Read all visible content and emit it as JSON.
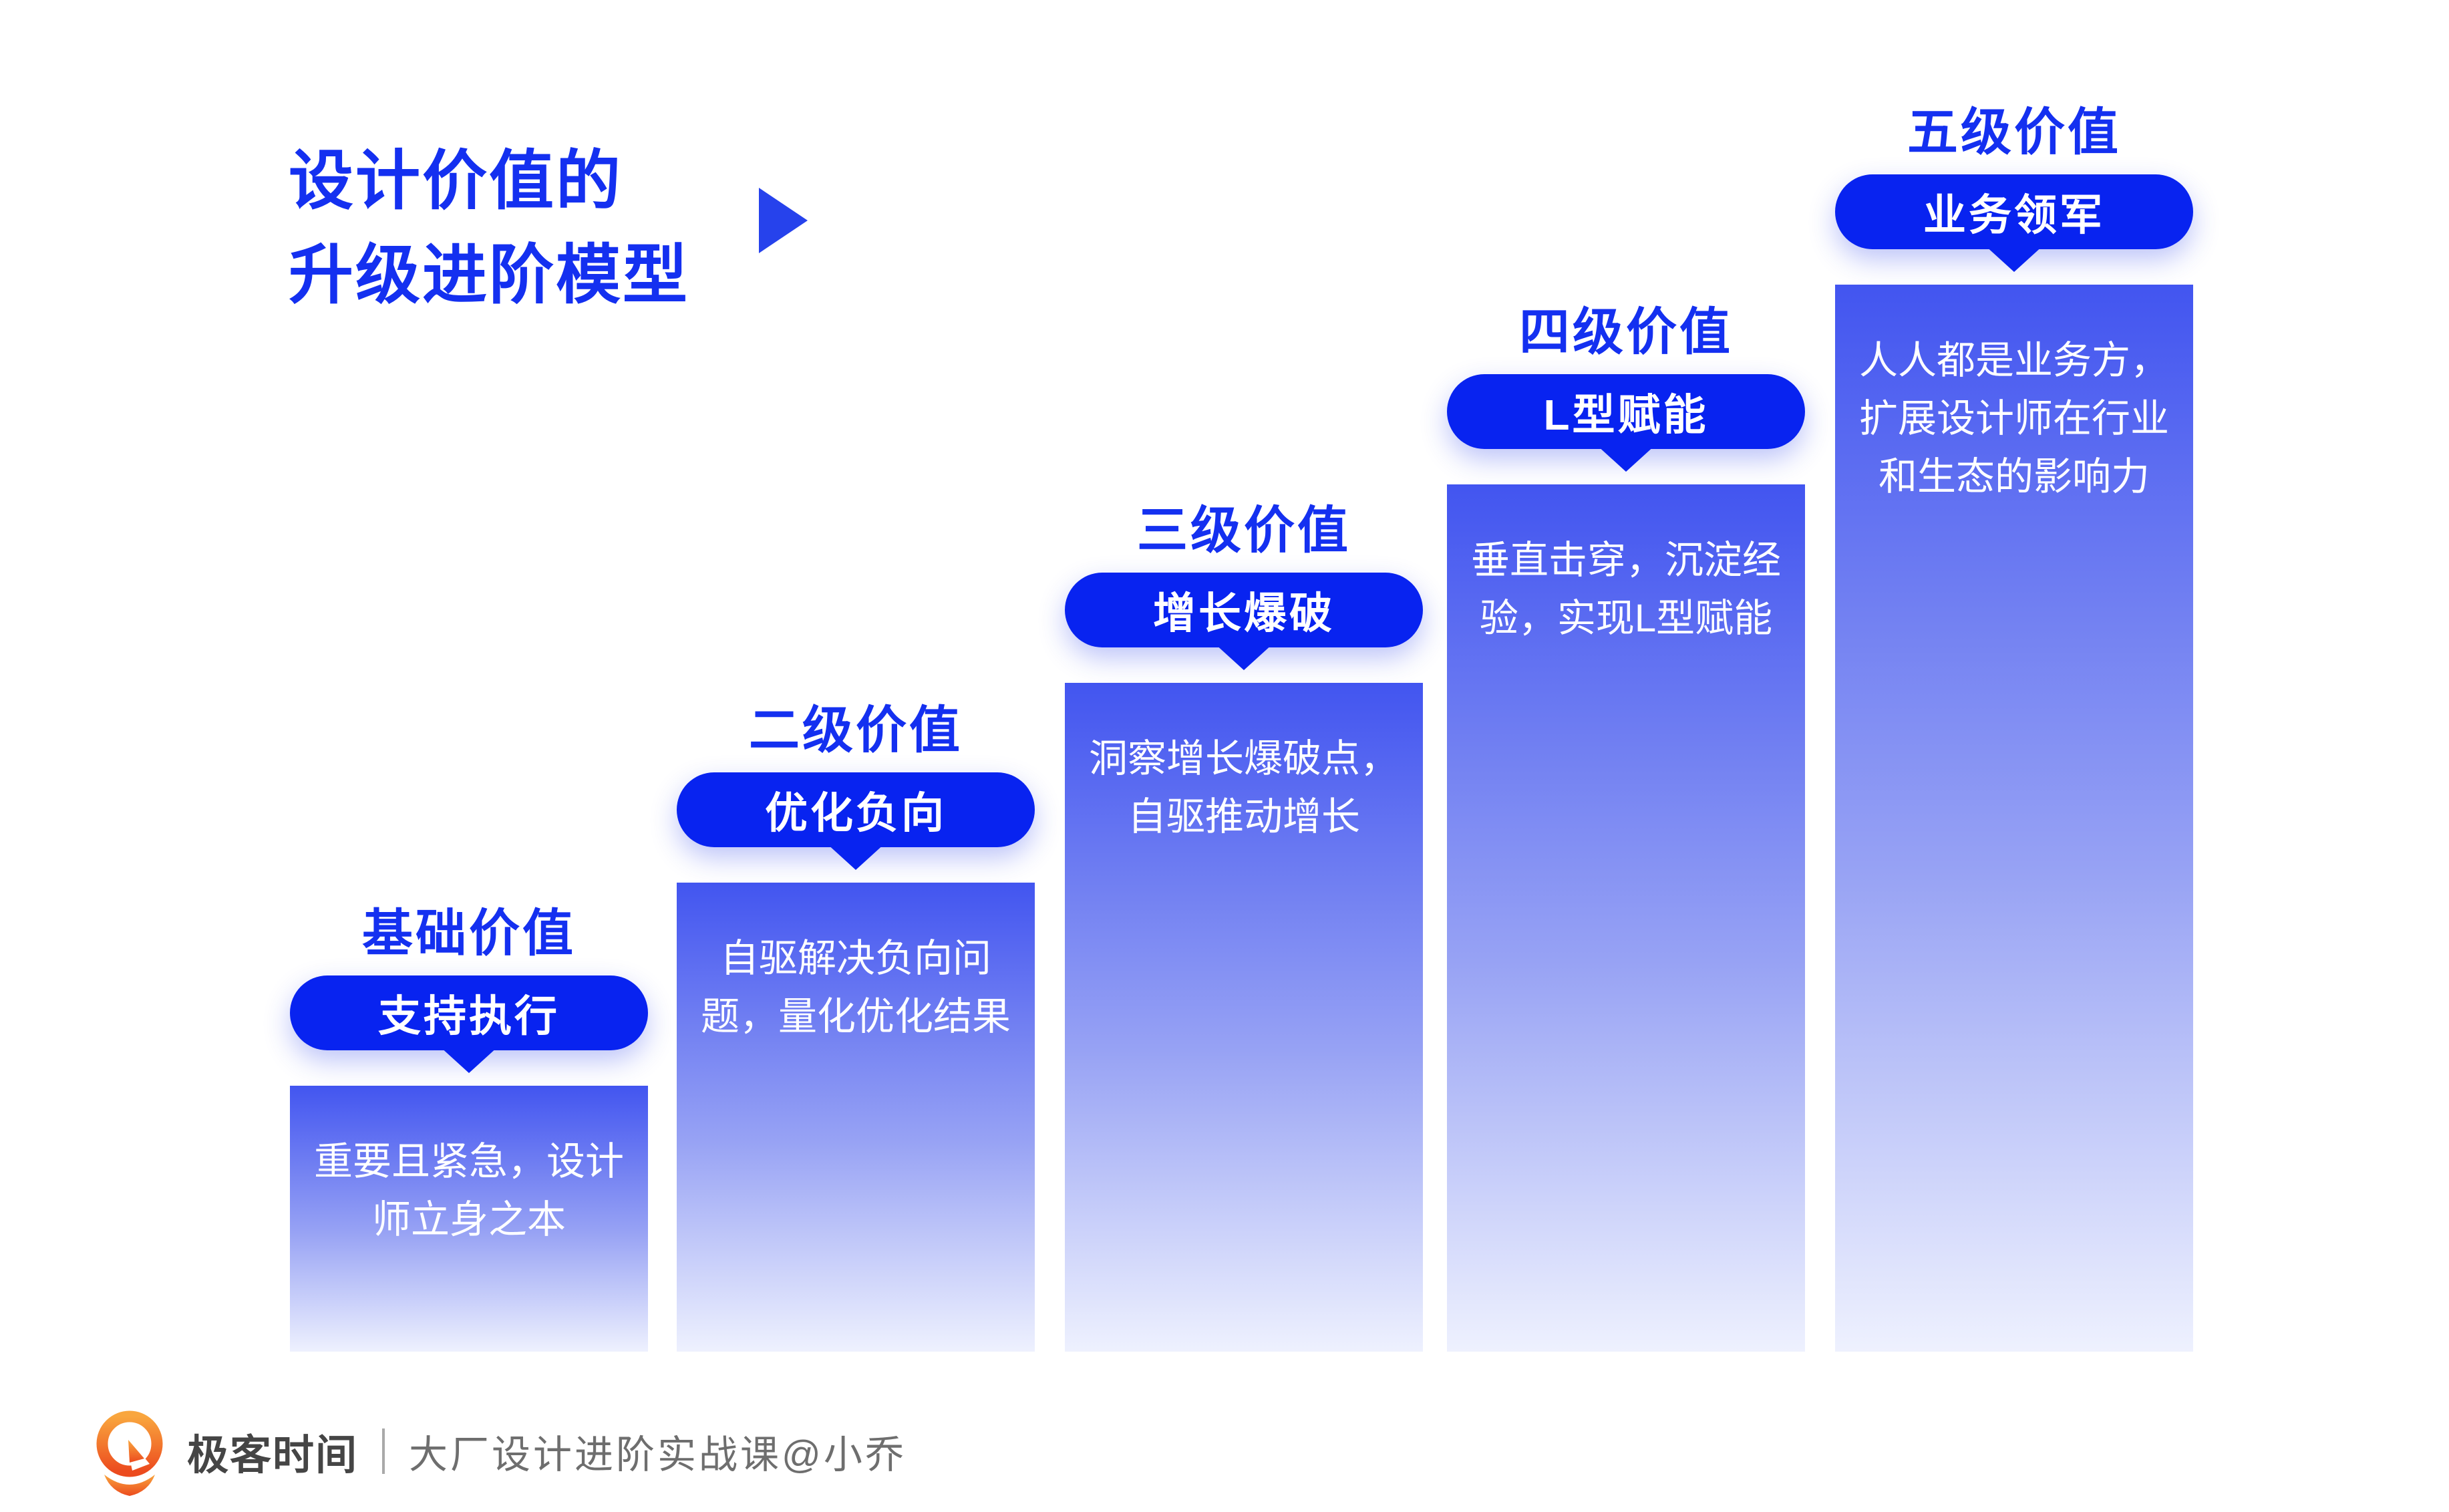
{
  "title": {
    "text": "设计价值的\n升级进阶模型"
  },
  "decoration": {
    "play_triangle": "right-pointing-triangle"
  },
  "levels": [
    {
      "label": "基础价值",
      "pill": "支持执行",
      "desc": "重要且紧急，设计\n师立身之本"
    },
    {
      "label": "二级价值",
      "pill": "优化负向",
      "desc": "自驱解决负向问\n题，量化优化结果"
    },
    {
      "label": "三级价值",
      "pill": "增长爆破",
      "desc": "洞察增长爆破点，\n自驱推动增长"
    },
    {
      "label": "四级价值",
      "pill": "L型赋能",
      "desc": "垂直击穿，沉淀经\n验，实现L型赋能"
    },
    {
      "label": "五级价值",
      "pill": "业务领军",
      "desc": "人人都是业务方，\n扩展设计师在行业\n和生态的影响力"
    }
  ],
  "footer": {
    "brand": "极客时间",
    "course": "大厂设计进阶实战课@小乔"
  },
  "colors": {
    "accent_text_blue": "#1430F0",
    "pill_blue": "#0823F0",
    "bar_gradient_top": "#4255F0",
    "bar_gradient_bottom": "#EEF1FE",
    "logo_orange_light": "#F9A63E",
    "logo_orange_dark": "#EC4B1E",
    "brand_gray": "#454545",
    "course_gray": "#6E6E6E"
  }
}
